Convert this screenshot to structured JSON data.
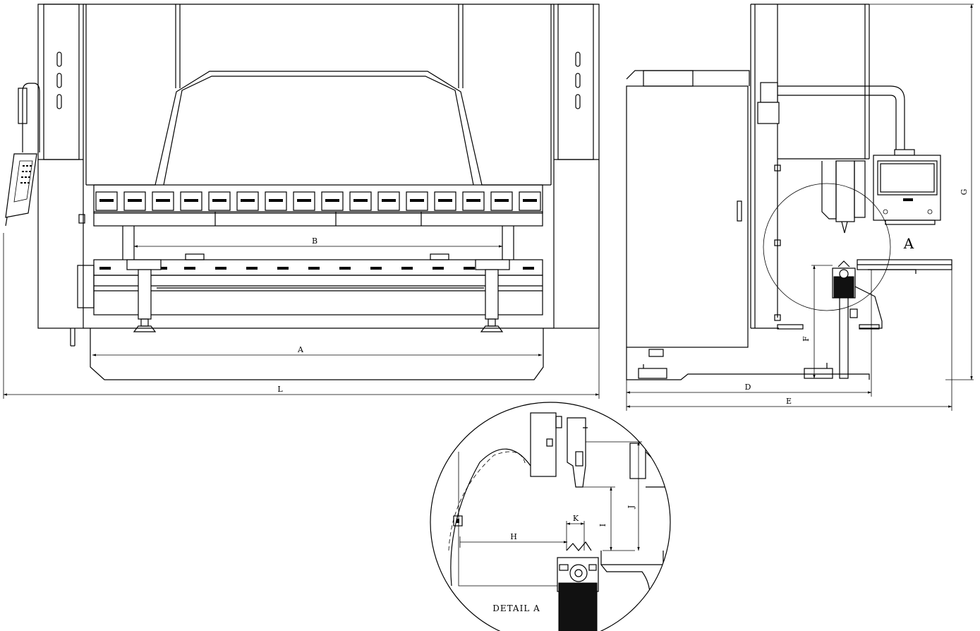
{
  "drawing": {
    "front_view": {
      "dimensions": {
        "A": "A",
        "B": "B",
        "L": "L"
      }
    },
    "side_view": {
      "dimensions": {
        "D": "D",
        "E": "E",
        "F": "F",
        "G": "G"
      },
      "detail_callout": "A"
    },
    "detail_view": {
      "title": "DETAIL A",
      "dimensions": {
        "H": "H",
        "I": "I",
        "J": "J",
        "K": "K"
      }
    }
  }
}
